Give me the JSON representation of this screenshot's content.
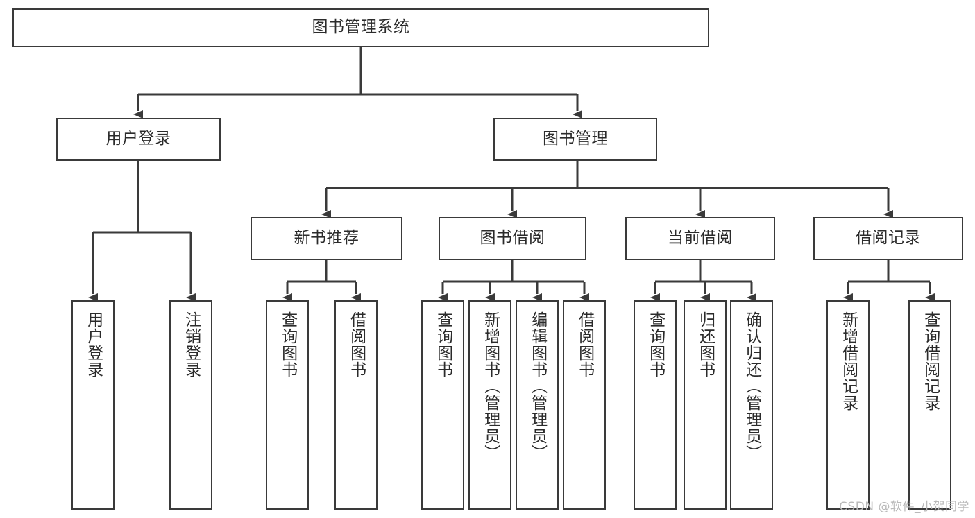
{
  "diagram": {
    "title": "图书管理系统",
    "watermark": "CSDN @软件_小贺同学",
    "colors": {
      "background": "#ffffff",
      "stroke": "#3a3a3a",
      "text": "#2b2b2b",
      "watermark": "#b9b9b9"
    },
    "root": {
      "label": "图书管理系统"
    },
    "level2": [
      {
        "label": "用户登录"
      },
      {
        "label": "图书管理"
      }
    ],
    "level3": [
      {
        "label": "新书推荐"
      },
      {
        "label": "图书借阅"
      },
      {
        "label": "当前借阅"
      },
      {
        "label": "借阅记录"
      }
    ],
    "leaves": {
      "user_login": [
        {
          "label": "用户登录"
        },
        {
          "label": "注销登录"
        }
      ],
      "new_book_recommend": [
        {
          "label": "查询图书"
        },
        {
          "label": "借阅图书"
        }
      ],
      "book_borrow": [
        {
          "label": "查询图书"
        },
        {
          "label": "新增图书（管理员）"
        },
        {
          "label": "编辑图书（管理员）"
        },
        {
          "label": "借阅图书"
        }
      ],
      "current_borrow": [
        {
          "label": "查询图书"
        },
        {
          "label": "归还图书"
        },
        {
          "label": "确认归还（管理员）"
        }
      ],
      "borrow_records": [
        {
          "label": "新增借阅记录"
        },
        {
          "label": "查询借阅记录"
        }
      ]
    }
  }
}
